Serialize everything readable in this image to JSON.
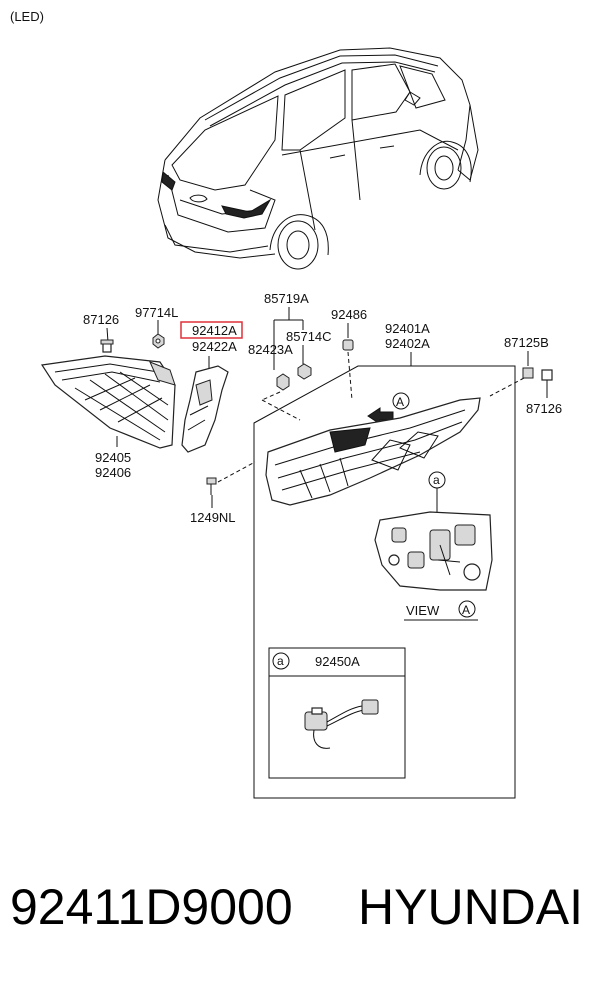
{
  "header_note": "(LED)",
  "highlight_color": "#e0303a",
  "labels": {
    "p87126_left": "87126",
    "p97714L": "97714L",
    "p92412A": "92412A",
    "p92422A": "92422A",
    "p85719A": "85719A",
    "p92486": "92486",
    "p85714C": "85714C",
    "p82423A": "82423A",
    "p92401A": "92401A",
    "p92402A": "92402A",
    "p87125B": "87125B",
    "p87126_right": "87126",
    "p92405": "92405",
    "p92406": "92406",
    "p1249NL": "1249NL",
    "p92450A": "92450A",
    "view_word": "VIEW",
    "view_letter": "A",
    "arrow_letter": "A",
    "callout_a_top": "a",
    "callout_a_box": "a"
  },
  "footer": {
    "part_number": "92411D9000",
    "brand": "HYUNDAI"
  }
}
